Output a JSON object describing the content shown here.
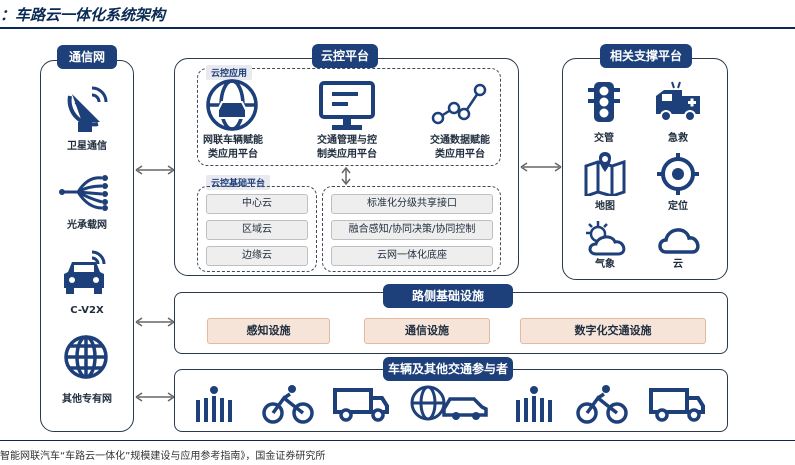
{
  "title": "：车路云一体化系统架构",
  "source": "智能网联汽车“车路云一体化”规模建设与应用参考指南》，国金证券研究所",
  "left_panel": {
    "header": "通信网",
    "items": [
      "卫星通信",
      "光承载网",
      "C-V2X",
      "其他专有网"
    ]
  },
  "cloud_panel": {
    "header": "云控平台",
    "apps_tag": "云控应用",
    "apps": [
      {
        "line1": "网联车辆赋能",
        "line2": "类应用平台"
      },
      {
        "line1": "交通管理与控",
        "line2": "制类应用平台"
      },
      {
        "line1": "交通数据赋能",
        "line2": "类应用平台"
      }
    ],
    "base_tag": "云控基础平台",
    "cloud_levels": [
      "中心云",
      "区域云",
      "边缘云"
    ],
    "functions": [
      "标准化分级共享接口",
      "融合感知/协同决策/协同控制",
      "云网一体化底座"
    ]
  },
  "right_panel": {
    "header": "相关支撑平台",
    "items": [
      "交管",
      "急救",
      "地图",
      "定位",
      "气象",
      "云"
    ]
  },
  "roadside": {
    "header": "路侧基础设施",
    "items": [
      "感知设施",
      "通信设施",
      "数字化交通设施"
    ]
  },
  "vehicles": {
    "header": "车辆及其他交通参与者"
  },
  "colors": {
    "navy": "#1d3f7a",
    "peach": "#f7e4d9",
    "gray_btn": "#eeeeee"
  }
}
